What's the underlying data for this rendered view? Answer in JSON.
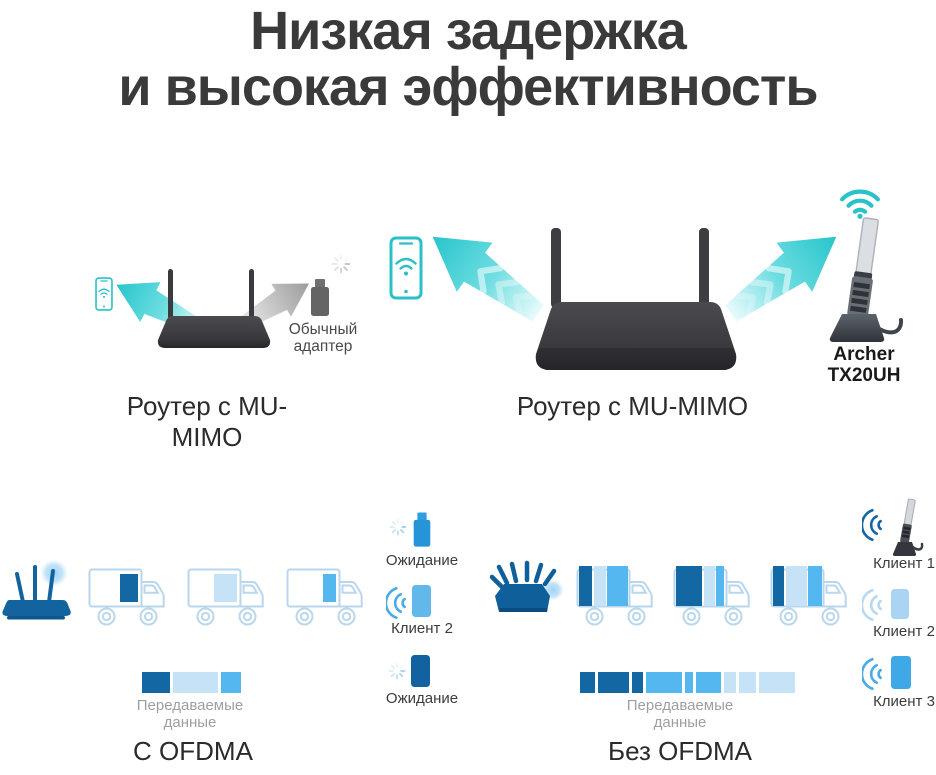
{
  "title": {
    "line1": "Низкая задержка",
    "line2": "и высокая эффективность"
  },
  "palette": {
    "teal": "#27c5cc",
    "teal_phone_outline": "#29c0c8",
    "router_dark": "#3e3e42",
    "gray_arrow": "#9c9c9c",
    "blue_dark": "#1368a4",
    "blue_sky": "#55b7ef",
    "blue_pale": "#c6e2f7",
    "truck_outline": "#b9d6ec",
    "glow_blue": "#9fd2f4",
    "text_dark": "#3a3a3a",
    "text_gray": "#9b9fa4"
  },
  "mu_mimo": {
    "left": {
      "caption": "Роутер с MU-MIMO",
      "adapter_label_line1": "Обычный",
      "adapter_label_line2": "адаптер"
    },
    "right": {
      "caption": "Роутер с MU-MIMO",
      "device_line1": "Archer",
      "device_line2": "TX20UH"
    }
  },
  "ofdma": {
    "with": {
      "caption": "С OFDMA",
      "bar_label": "Передаваемые данные",
      "clients": [
        {
          "label": "Ожидание"
        },
        {
          "label": "Клиент 2"
        },
        {
          "label": "Ожидание"
        }
      ],
      "trucks": [
        [
          {
            "c": "#1368a4",
            "w": 18
          }
        ],
        [
          {
            "c": "#c6e2f7",
            "w": 23
          }
        ],
        [
          {
            "c": "#55b7ef",
            "w": 13
          }
        ]
      ],
      "bar": [
        {
          "c": "#1368a4",
          "w": 28
        },
        {
          "c": "#c6e2f7",
          "w": 45
        },
        {
          "c": "#55b7ef",
          "w": 20
        }
      ]
    },
    "without": {
      "caption": "Без OFDMA",
      "bar_label": "Передаваемые данные",
      "clients": [
        {
          "label": "Клиент 1"
        },
        {
          "label": "Клиент 2"
        },
        {
          "label": "Клиент 3"
        }
      ],
      "trucks": [
        [
          {
            "c": "#1368a4",
            "w": 13
          },
          {
            "c": "#c6e2f7",
            "w": 12
          },
          {
            "c": "#55b7ef",
            "w": 21
          }
        ],
        [
          {
            "c": "#1368a4",
            "w": 26
          },
          {
            "c": "#c6e2f7",
            "w": 11
          },
          {
            "c": "#55b7ef",
            "w": 8
          }
        ],
        [
          {
            "c": "#1368a4",
            "w": 11
          },
          {
            "c": "#c6e2f7",
            "w": 21
          },
          {
            "c": "#55b7ef",
            "w": 14
          }
        ]
      ],
      "bar": [
        {
          "c": "#1368a4",
          "w": 15
        },
        {
          "c": "#1368a4",
          "w": 31
        },
        {
          "c": "#1368a4",
          "w": 11
        },
        {
          "c": "#55b7ef",
          "w": 36
        },
        {
          "c": "#55b7ef",
          "w": 8
        },
        {
          "c": "#55b7ef",
          "w": 25
        },
        {
          "c": "#c6e2f7",
          "w": 12
        },
        {
          "c": "#c6e2f7",
          "w": 17
        },
        {
          "c": "#c6e2f7",
          "w": 36
        }
      ]
    }
  }
}
